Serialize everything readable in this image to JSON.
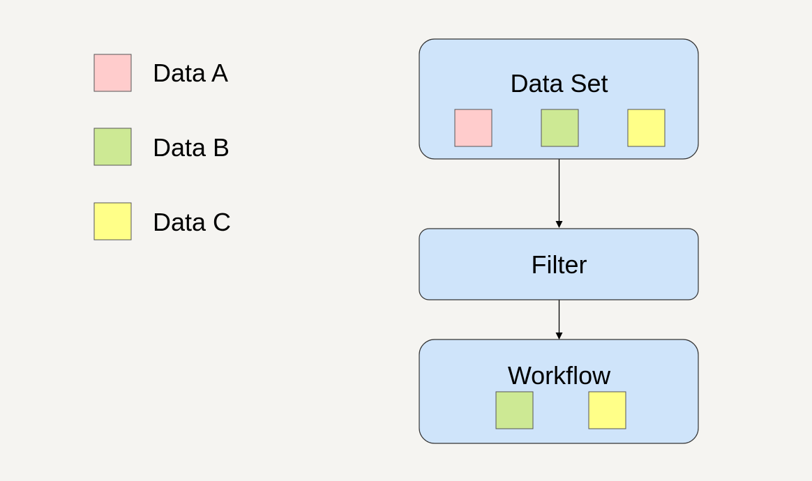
{
  "legend": [
    {
      "label": "Data A",
      "color": "#ffcccc"
    },
    {
      "label": "Data B",
      "color": "#cde994"
    },
    {
      "label": "Data C",
      "color": "#ffff88"
    }
  ],
  "nodes": {
    "dataset": {
      "label": "Data Set",
      "items": [
        "Data A",
        "Data B",
        "Data C"
      ]
    },
    "filter": {
      "label": "Filter"
    },
    "workflow": {
      "label": "Workflow",
      "items": [
        "Data B",
        "Data C"
      ]
    }
  },
  "edges": [
    {
      "from": "Data Set",
      "to": "Filter"
    },
    {
      "from": "Filter",
      "to": "Workflow"
    }
  ],
  "colors": {
    "node_fill": "#cfe4fa",
    "node_stroke": "#333333",
    "background": "#f5f4f1"
  }
}
